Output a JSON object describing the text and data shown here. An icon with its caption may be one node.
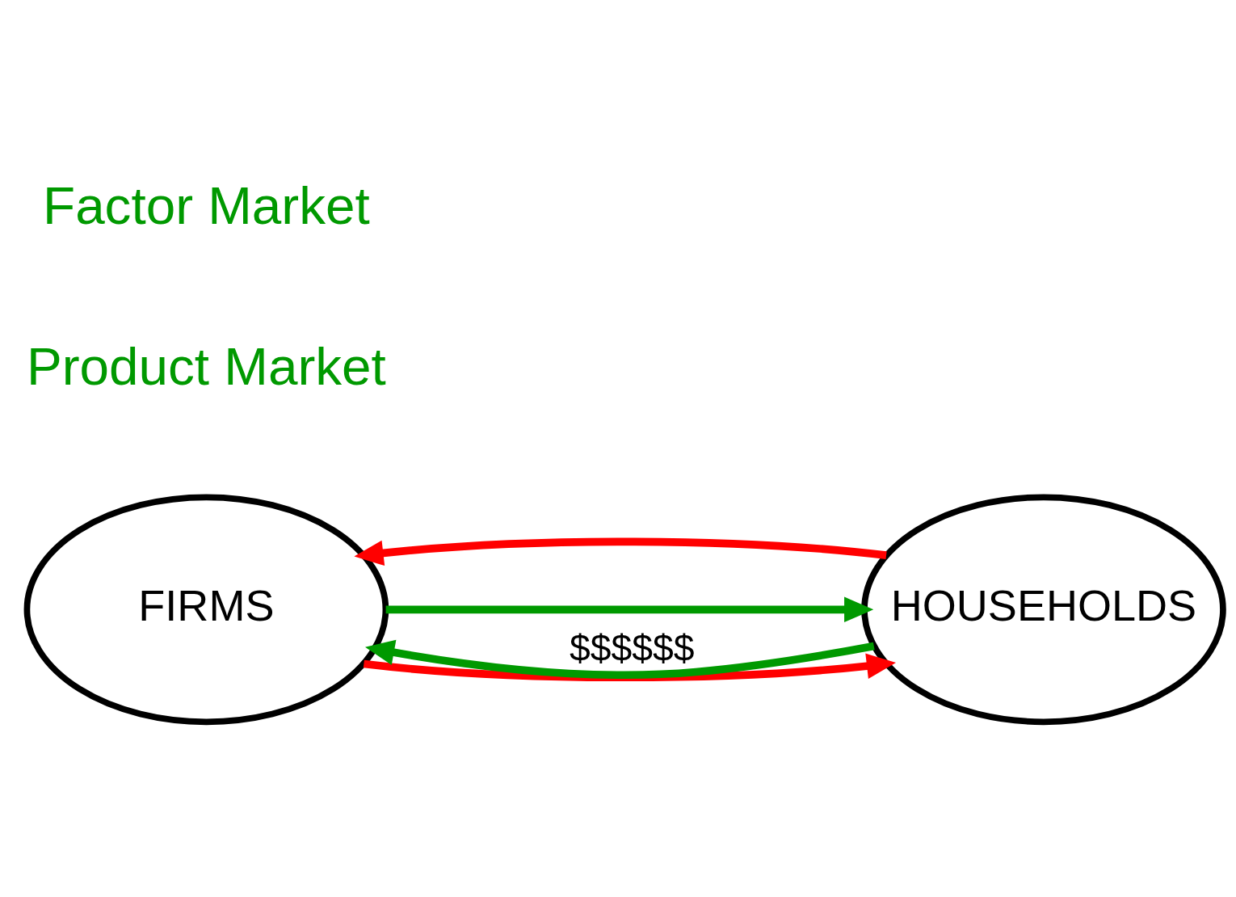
{
  "diagram": {
    "nodes": [
      {
        "text": [
          "FIRMS"
        ]
      },
      {
        "text": [
          "HOUSEHOLDS"
        ]
      }
    ],
    "edges": [
      {
        "from": 0,
        "to": 1,
        "arrow": "to",
        "color": "#ff0000"
      },
      {
        "from": 1,
        "to": 0,
        "arrow": "to",
        "label": "$$$$$$",
        "color": "#009900"
      },
      {
        "from": 0,
        "to": 1,
        "arrow": "to",
        "color": "#009900"
      },
      {
        "from": 1,
        "to": 0,
        "arrow": "to",
        "color": "#ff0000"
      }
    ],
    "labels": [
      "Product Market",
      "Factor Market"
    ]
  }
}
